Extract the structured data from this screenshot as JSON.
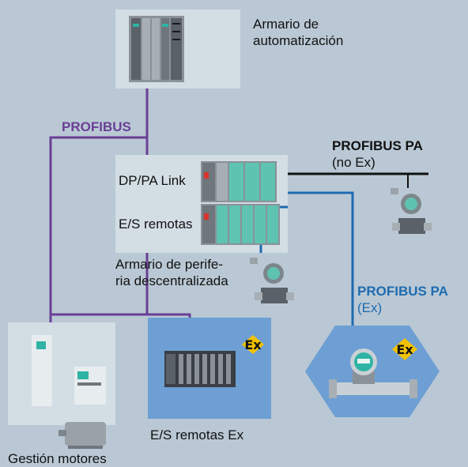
{
  "labels": {
    "armario_automatizacion": [
      "Armario de",
      "automatización"
    ],
    "profibus": "PROFIBUS",
    "profibus_pa_noex_title": "PROFIBUS PA",
    "profibus_pa_noex_sub": "(no Ex)",
    "dp_pa_link": "DP/PA Link",
    "es_remotas": "E/S remotas",
    "armario_periferia": [
      "Armario de perife-",
      "ria descentralizada"
    ],
    "profibus_pa_ex_title": "PROFIBUS PA",
    "profibus_pa_ex_sub": "(Ex)",
    "es_remotas_ex": "E/S remotas Ex",
    "gestion_motores": "Gestión motores",
    "ex_badge": "Ex"
  },
  "colors": {
    "background": "#b9c8d4",
    "panel": "#d3dde4",
    "profibus_line": "#6a3f96",
    "pa_ex_line": "#1e6bb0",
    "pa_noex_line": "#111111",
    "ex_zone": "#6e9fd4",
    "ex_badge": "#f2c200"
  }
}
